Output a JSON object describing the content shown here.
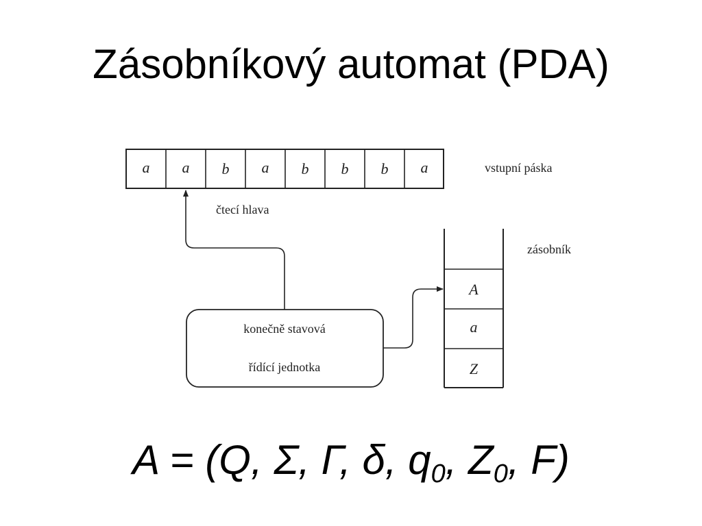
{
  "title": "Zásobníkový automat (PDA)",
  "diagram": {
    "tape": {
      "cells": [
        "a",
        "a",
        "b",
        "a",
        "b",
        "b",
        "b",
        "a"
      ],
      "label": "vstupní páska"
    },
    "read_head_label": "čtecí hlava",
    "stack": {
      "label": "zásobník",
      "cells": [
        "A",
        "a",
        "Z"
      ]
    },
    "control_unit": {
      "line1": "konečně stavová",
      "line2": "řídící jednotka"
    }
  },
  "formula": {
    "prefix": "A = (Q, Σ, Γ, δ, q",
    "sub1": "0",
    "middle": ", Z",
    "sub2": "0",
    "suffix": ", F)"
  }
}
